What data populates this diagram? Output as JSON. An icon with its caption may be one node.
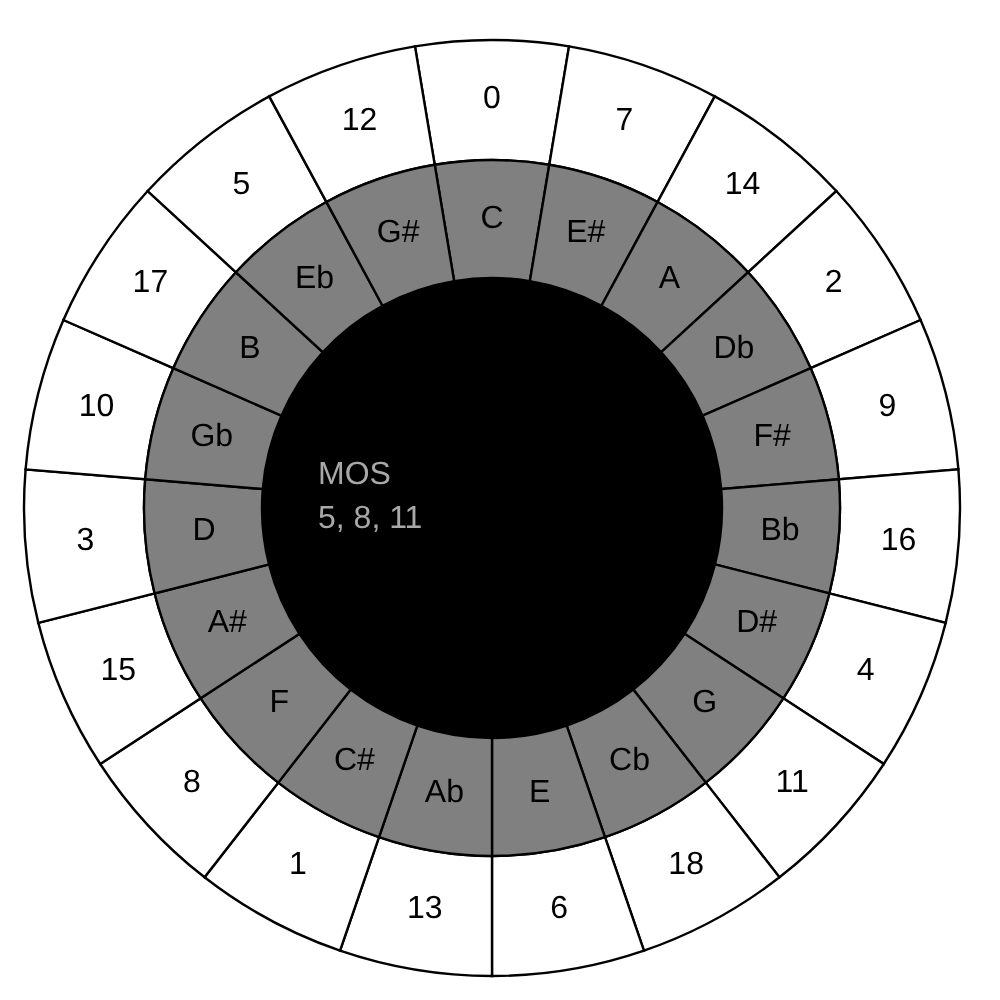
{
  "diagram": {
    "nodes": [
      {
        "text": [
          "0"
        ]
      },
      {
        "text": [
          "7"
        ]
      },
      {
        "text": [
          "14"
        ]
      },
      {
        "text": [
          "2"
        ]
      },
      {
        "text": [
          "9"
        ]
      },
      {
        "text": [
          "16"
        ]
      },
      {
        "text": [
          "4"
        ]
      },
      {
        "text": [
          "11"
        ]
      },
      {
        "text": [
          "18"
        ]
      },
      {
        "text": [
          "6"
        ]
      },
      {
        "text": [
          "13"
        ]
      },
      {
        "text": [
          "1"
        ]
      },
      {
        "text": [
          "8"
        ]
      },
      {
        "text": [
          "15"
        ]
      },
      {
        "text": [
          "3"
        ]
      },
      {
        "text": [
          "10"
        ]
      },
      {
        "text": [
          "17"
        ]
      },
      {
        "text": [
          "5"
        ]
      },
      {
        "text": [
          "12"
        ]
      },
      {
        "text": [
          "C"
        ]
      },
      {
        "text": [
          "E#"
        ]
      },
      {
        "text": [
          "A"
        ]
      },
      {
        "text": [
          "Db"
        ]
      },
      {
        "text": [
          "F#"
        ]
      },
      {
        "text": [
          "Bb"
        ]
      },
      {
        "text": [
          "D#"
        ]
      },
      {
        "text": [
          "G"
        ]
      },
      {
        "text": [
          "Cb"
        ]
      },
      {
        "text": [
          "E"
        ]
      },
      {
        "text": [
          "Ab"
        ]
      },
      {
        "text": [
          "C#"
        ]
      },
      {
        "text": [
          "F"
        ]
      },
      {
        "text": [
          "A#"
        ]
      },
      {
        "text": [
          "D"
        ]
      },
      {
        "text": [
          "Gb"
        ]
      },
      {
        "text": [
          "B"
        ]
      },
      {
        "text": [
          "Eb"
        ]
      },
      {
        "text": [
          "G#"
        ]
      },
      {
        "text": [
          "MOS",
          "5, 8, 11"
        ]
      }
    ]
  }
}
